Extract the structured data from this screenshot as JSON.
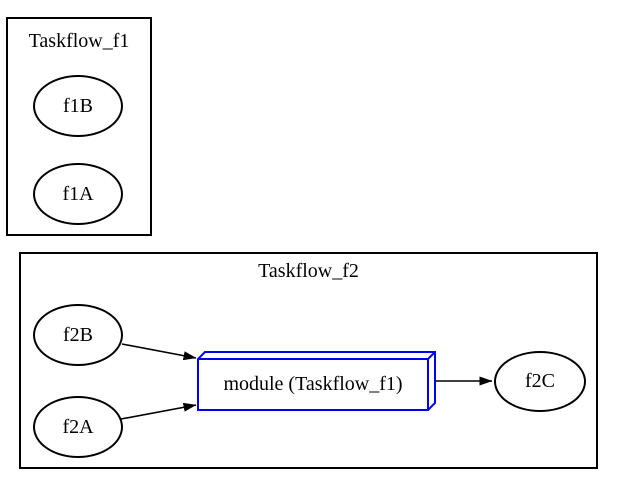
{
  "diagram": {
    "kind": "taskflow-graph",
    "background": "#ffffff",
    "colors": {
      "node_stroke": "#000000",
      "edge_stroke": "#000000",
      "module_stroke": "#0000ee",
      "text": "#000000"
    },
    "clusters": [
      {
        "id": "Taskflow_f1",
        "title": "Taskflow_f1"
      },
      {
        "id": "Taskflow_f2",
        "title": "Taskflow_f2"
      }
    ],
    "nodes": {
      "f1B": {
        "label": "f1B",
        "shape": "ellipse",
        "cluster": "Taskflow_f1"
      },
      "f1A": {
        "label": "f1A",
        "shape": "ellipse",
        "cluster": "Taskflow_f1"
      },
      "f2B": {
        "label": "f2B",
        "shape": "ellipse",
        "cluster": "Taskflow_f2"
      },
      "f2A": {
        "label": "f2A",
        "shape": "ellipse",
        "cluster": "Taskflow_f2"
      },
      "module": {
        "label": "module (Taskflow_f1)",
        "shape": "box3d",
        "cluster": "Taskflow_f2"
      },
      "f2C": {
        "label": "f2C",
        "shape": "ellipse",
        "cluster": "Taskflow_f2"
      }
    },
    "edges": [
      {
        "from": "f2B",
        "to": "module"
      },
      {
        "from": "f2A",
        "to": "module"
      },
      {
        "from": "module",
        "to": "f2C"
      }
    ]
  }
}
